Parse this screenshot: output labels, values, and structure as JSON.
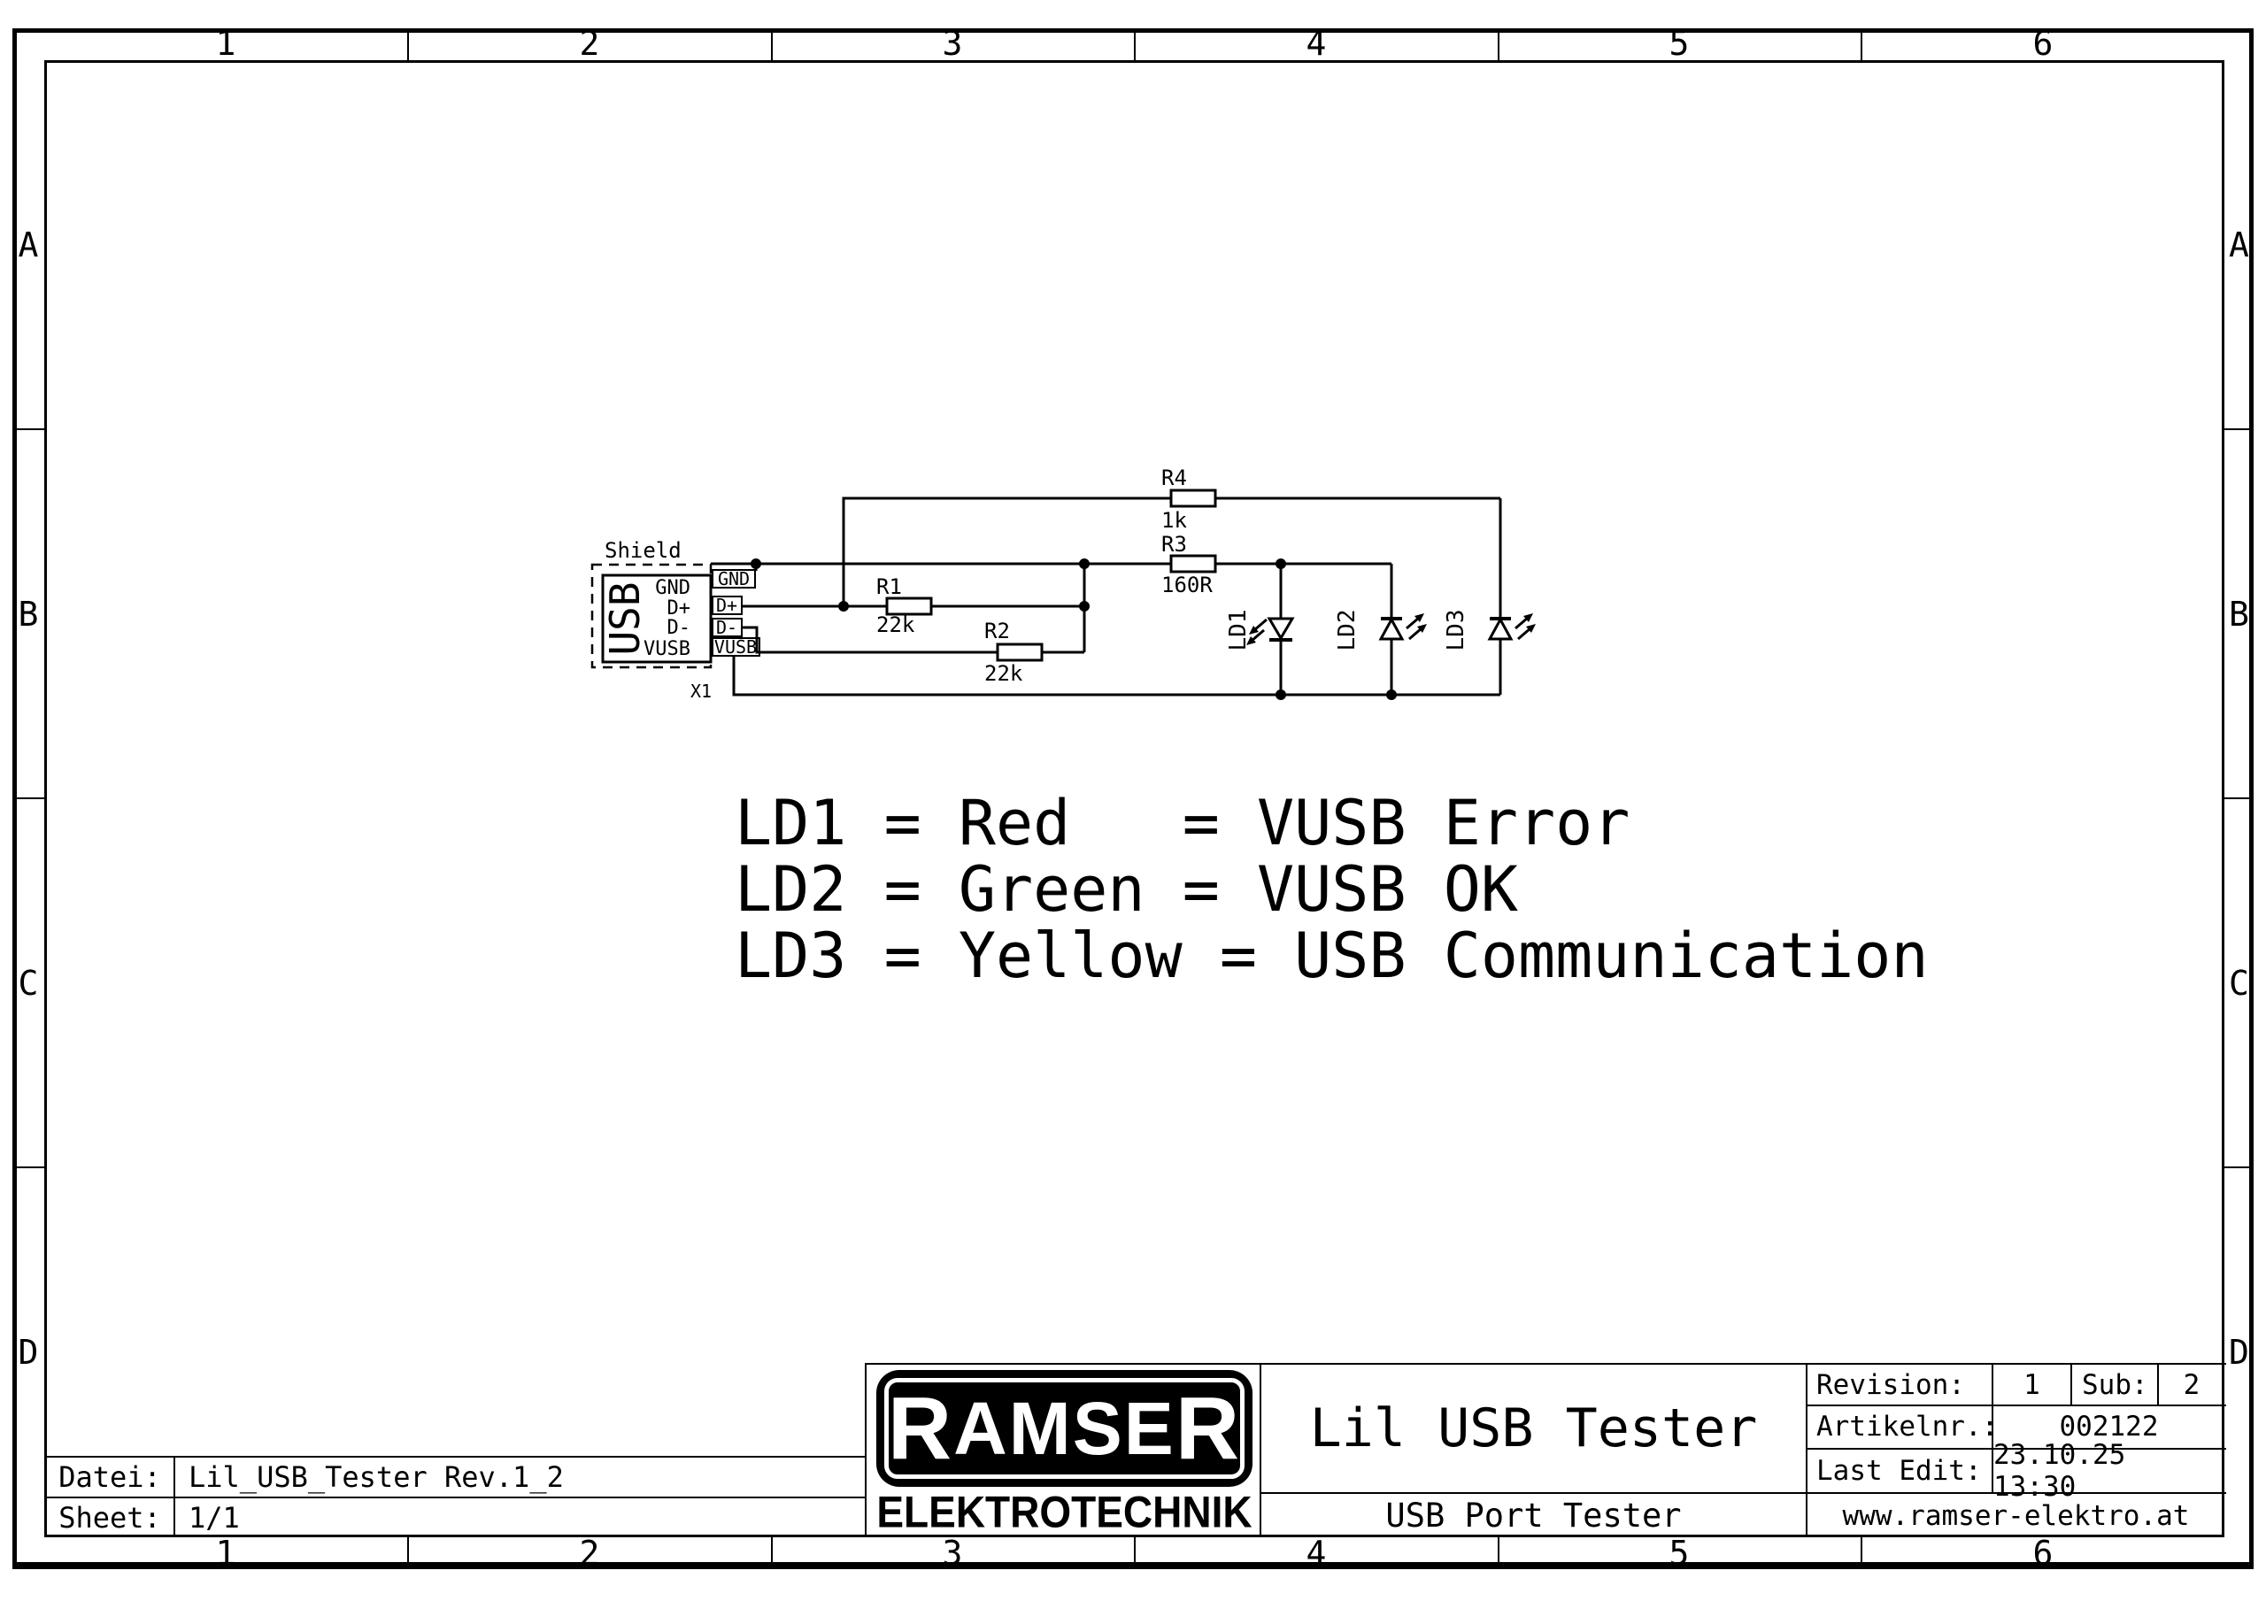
{
  "colors": {
    "ink": "#000000",
    "paper": "#ffffff",
    "logo_bg": "#000000",
    "logo_fg": "#ffffff"
  },
  "frame": {
    "columns": [
      "1",
      "2",
      "3",
      "4",
      "5",
      "6"
    ],
    "rows": [
      "A",
      "B",
      "C",
      "D"
    ]
  },
  "schematic": {
    "shield_label": "Shield",
    "connector": {
      "name": "USB",
      "designator": "X1",
      "pins": [
        "GND",
        "D+",
        "D-",
        "VUSB"
      ]
    },
    "flags": [
      "GND",
      "D+",
      "D-",
      "VUSB"
    ],
    "resistors": [
      {
        "ref": "R1",
        "value": "22k"
      },
      {
        "ref": "R2",
        "value": "22k"
      },
      {
        "ref": "R3",
        "value": "160R"
      },
      {
        "ref": "R4",
        "value": "1k"
      }
    ],
    "leds": [
      {
        "ref": "LD1"
      },
      {
        "ref": "LD2"
      },
      {
        "ref": "LD3"
      }
    ]
  },
  "legend": {
    "lines": [
      "LD1 = Red   = VUSB Error",
      "LD2 = Green = VUSB OK",
      "LD3 = Yellow = USB Communication"
    ]
  },
  "title_block": {
    "logo": {
      "first": "R",
      "middle": "AMSE",
      "last": "R",
      "subtitle": "ELEKTROTECHNIK"
    },
    "title": "Lil USB Tester",
    "subtitle": "USB Port Tester",
    "revision_label": "Revision:",
    "revision": "1",
    "sub_label": "Sub:",
    "sub": "2",
    "artikelnr_label": "Artikelnr.:",
    "artikelnr": "002122",
    "last_edit_label": "Last Edit:",
    "last_edit": "23.10.25 13:30",
    "website": "www.ramser-elektro.at",
    "datei_label": "Datei:",
    "datei": "Lil_USB_Tester Rev.1_2",
    "sheet_label": "Sheet:",
    "sheet": "1/1"
  }
}
